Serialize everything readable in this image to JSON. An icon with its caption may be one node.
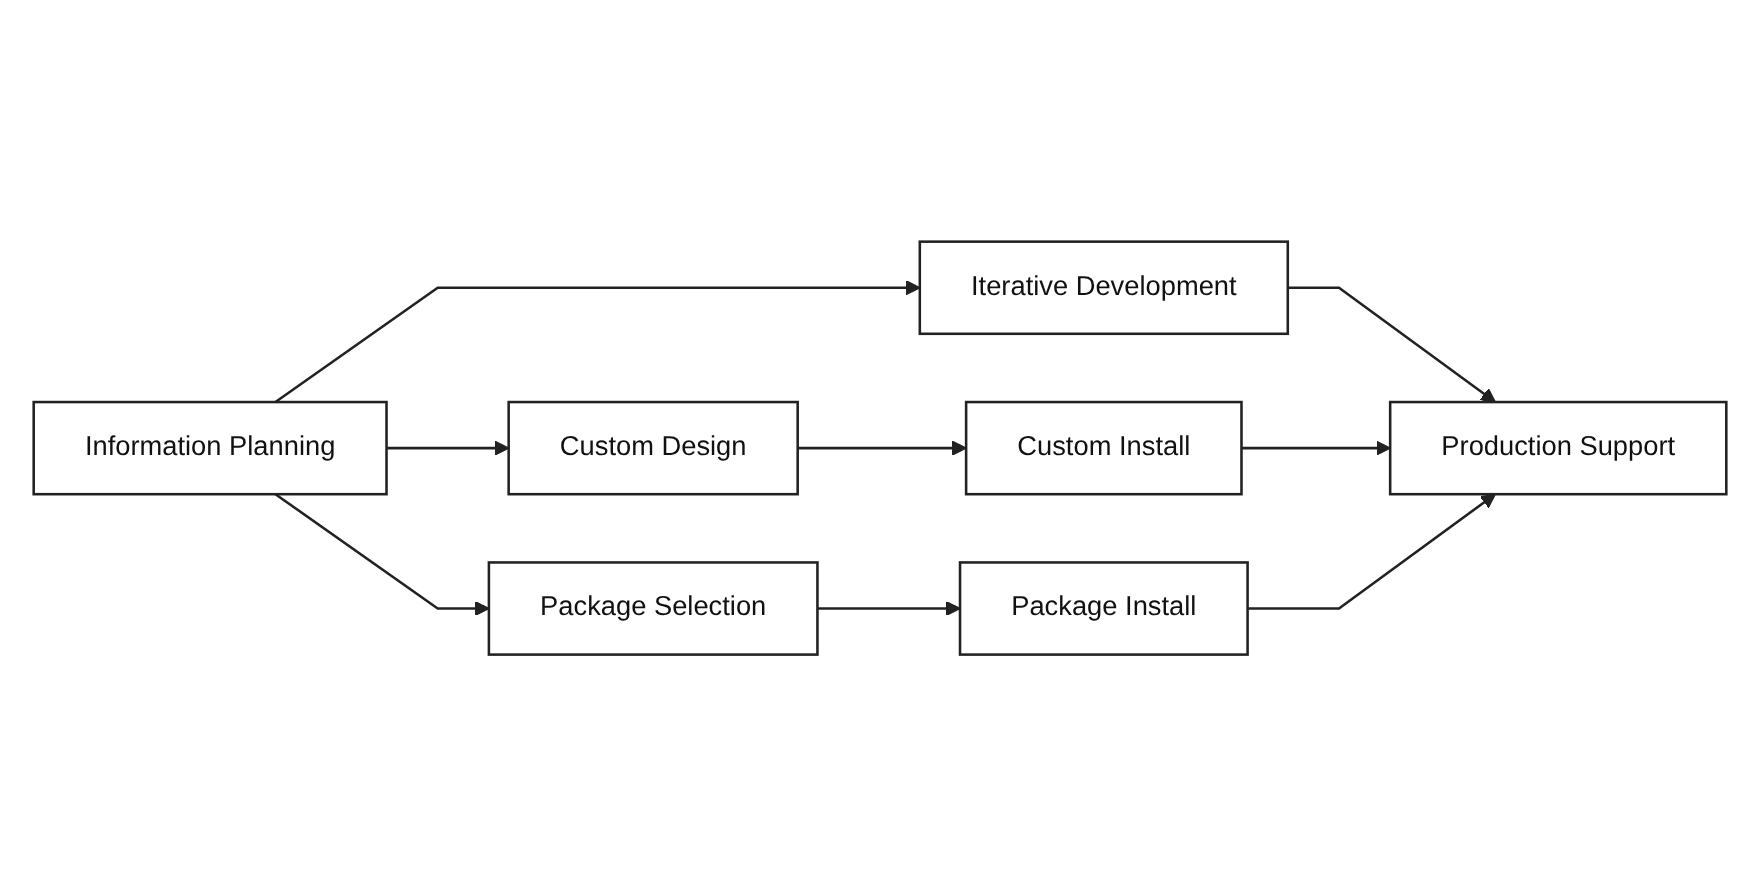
{
  "diagram": {
    "nodes": [
      {
        "text": [
          "Information Planning"
        ]
      },
      {
        "text": [
          "Iterative Development"
        ]
      },
      {
        "text": [
          "Custom Design"
        ]
      },
      {
        "text": [
          "Custom Install"
        ]
      },
      {
        "text": [
          "Package Selection"
        ]
      },
      {
        "text": [
          "Package Install"
        ]
      },
      {
        "text": [
          "Production Support"
        ]
      }
    ],
    "edges": [
      {
        "from": 0,
        "to": 1,
        "arrow": "to"
      },
      {
        "from": 0,
        "to": 2,
        "arrow": "to"
      },
      {
        "from": 0,
        "to": 4,
        "arrow": "to"
      },
      {
        "from": 2,
        "to": 3,
        "arrow": "to"
      },
      {
        "from": 4,
        "to": 5,
        "arrow": "to"
      },
      {
        "from": 1,
        "to": 6,
        "arrow": "to"
      },
      {
        "from": 3,
        "to": 6,
        "arrow": "to"
      },
      {
        "from": 5,
        "to": 6,
        "arrow": "to"
      }
    ]
  }
}
